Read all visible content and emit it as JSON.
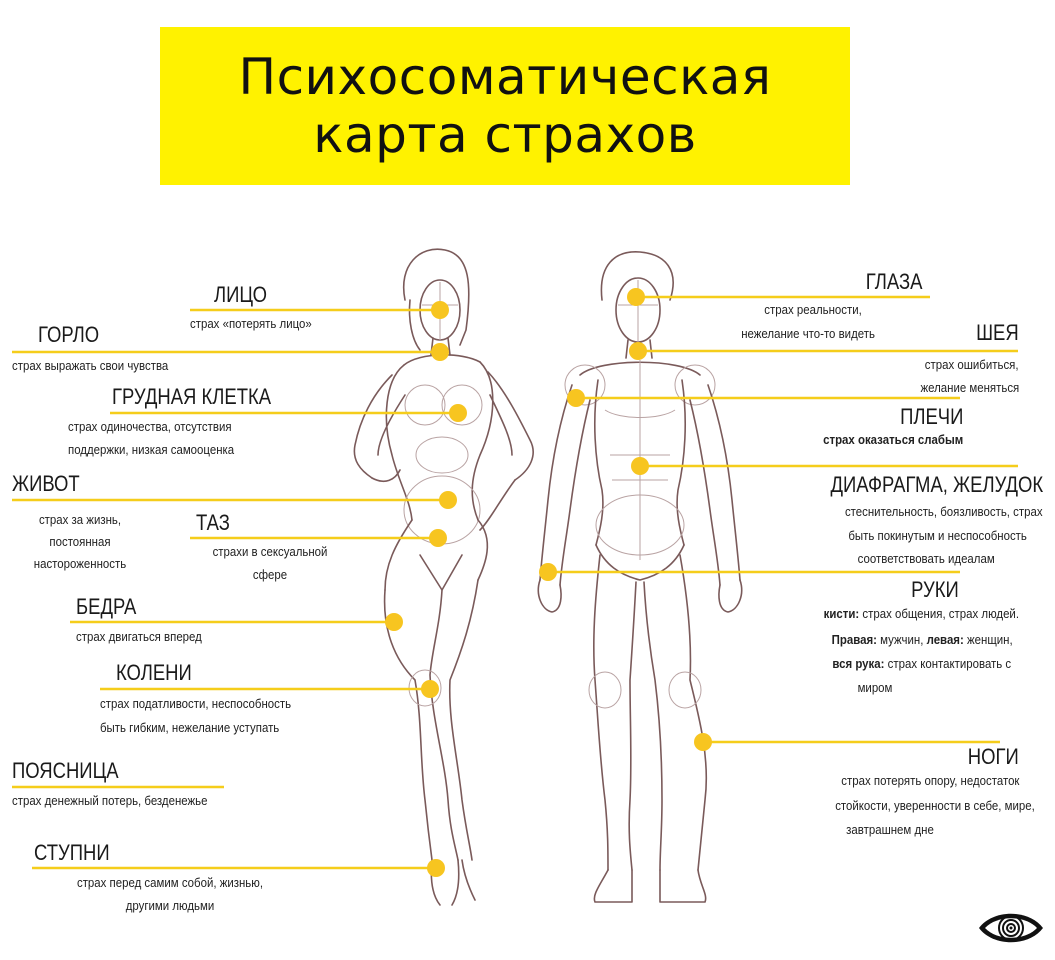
{
  "title": {
    "line1": "Психосоматическая",
    "line2": "карта страхов"
  },
  "labels": {
    "face": {
      "heading": "ЛИЦО",
      "desc": "страх «потерять лицо»"
    },
    "throat": {
      "heading": "ГОРЛО",
      "desc": "страх выражать свои чувства"
    },
    "chest": {
      "heading": "ГРУДНАЯ КЛЕТКА",
      "desc1": "страх одиночества, отсутствия",
      "desc2": "поддержки, низкая самооценка"
    },
    "belly": {
      "heading": "ЖИВОТ",
      "desc1": "страх за жизнь,",
      "desc2": "постоянная",
      "desc3": "настороженность"
    },
    "pelvis": {
      "heading": "ТАЗ",
      "desc1": "страхи в сексуальной",
      "desc2": "сфере"
    },
    "thighs": {
      "heading": "БЕДРА",
      "desc": "страх двигаться вперед"
    },
    "knees": {
      "heading": "КОЛЕНИ",
      "desc1": "страх податливости, неспособность",
      "desc2": "быть гибким, нежелание уступать"
    },
    "lower_back": {
      "heading": "ПОЯСНИЦА",
      "desc": "страх денежный потерь, безденежье"
    },
    "feet": {
      "heading": "СТУПНИ",
      "desc1": "страх перед самим собой, жизнью,",
      "desc2": "другими людьми"
    },
    "eyes": {
      "heading": "ГЛАЗА",
      "desc1": "страх реальности,",
      "desc2": "нежелание что-то видеть"
    },
    "neck": {
      "heading": "ШЕЯ",
      "desc1": "страх ошибиться,",
      "desc2": "желание меняться"
    },
    "shoulders": {
      "heading": "ПЛЕЧИ",
      "desc": "страх оказаться слабым"
    },
    "diaphragm": {
      "heading": "ДИАФРАГМА, ЖЕЛУДОК",
      "desc1": "стеснительность, боязливость, страх",
      "desc2": "быть покинутым и неспособность",
      "desc3": "соответствовать идеалам"
    },
    "arms": {
      "heading": "РУКИ",
      "hands_term": "кисти:",
      "hands_desc": "страх общения, страх людей.",
      "right_term": "Правая:",
      "right_desc": "мужчин,",
      "left_term": "левая:",
      "left_desc": "женщин,",
      "whole_term": "вся рука:",
      "whole_desc1": "страх контактировать с",
      "whole_desc2": "миром"
    },
    "legs": {
      "heading": "НОГИ",
      "desc1": "страх потерять опору, недостаток",
      "desc2": "стойкости, уверенности в себе, мире,",
      "desc3": "завтрашнем дне"
    }
  },
  "colors": {
    "title_bg": "#fff200",
    "marker": "#f7c520",
    "leader": "#f5cd1b",
    "sketch": "#7a5a5a"
  },
  "icons": {
    "logo": "eye-spiral-icon"
  }
}
